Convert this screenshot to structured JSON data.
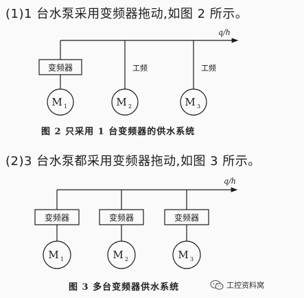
{
  "section1": {
    "heading": "(1)1 台水泵采用变频器拖动,如图 2 所示。",
    "flow_label": "q/h",
    "vfd_label": "变频器",
    "branch_labels": [
      "工频",
      "工频"
    ],
    "motors": [
      {
        "letter": "M",
        "sub": "1"
      },
      {
        "letter": "M",
        "sub": "2"
      },
      {
        "letter": "M",
        "sub": "3"
      }
    ],
    "caption": "图 2   只采用 1 台变频器的供水系统"
  },
  "section2": {
    "heading": "(2)3 台水泵都采用变频器拖动,如图 3 所示。",
    "flow_label": "q/h",
    "vfd_labels": [
      "变频器",
      "变频器",
      "变频器"
    ],
    "motors": [
      {
        "letter": "M",
        "sub": "1"
      },
      {
        "letter": "M",
        "sub": "2"
      },
      {
        "letter": "M",
        "sub": "3"
      }
    ],
    "caption": "图 3    多台变频器供水系统"
  },
  "watermark": {
    "text": "工控资料窝",
    "icon": "wechat-icon"
  }
}
